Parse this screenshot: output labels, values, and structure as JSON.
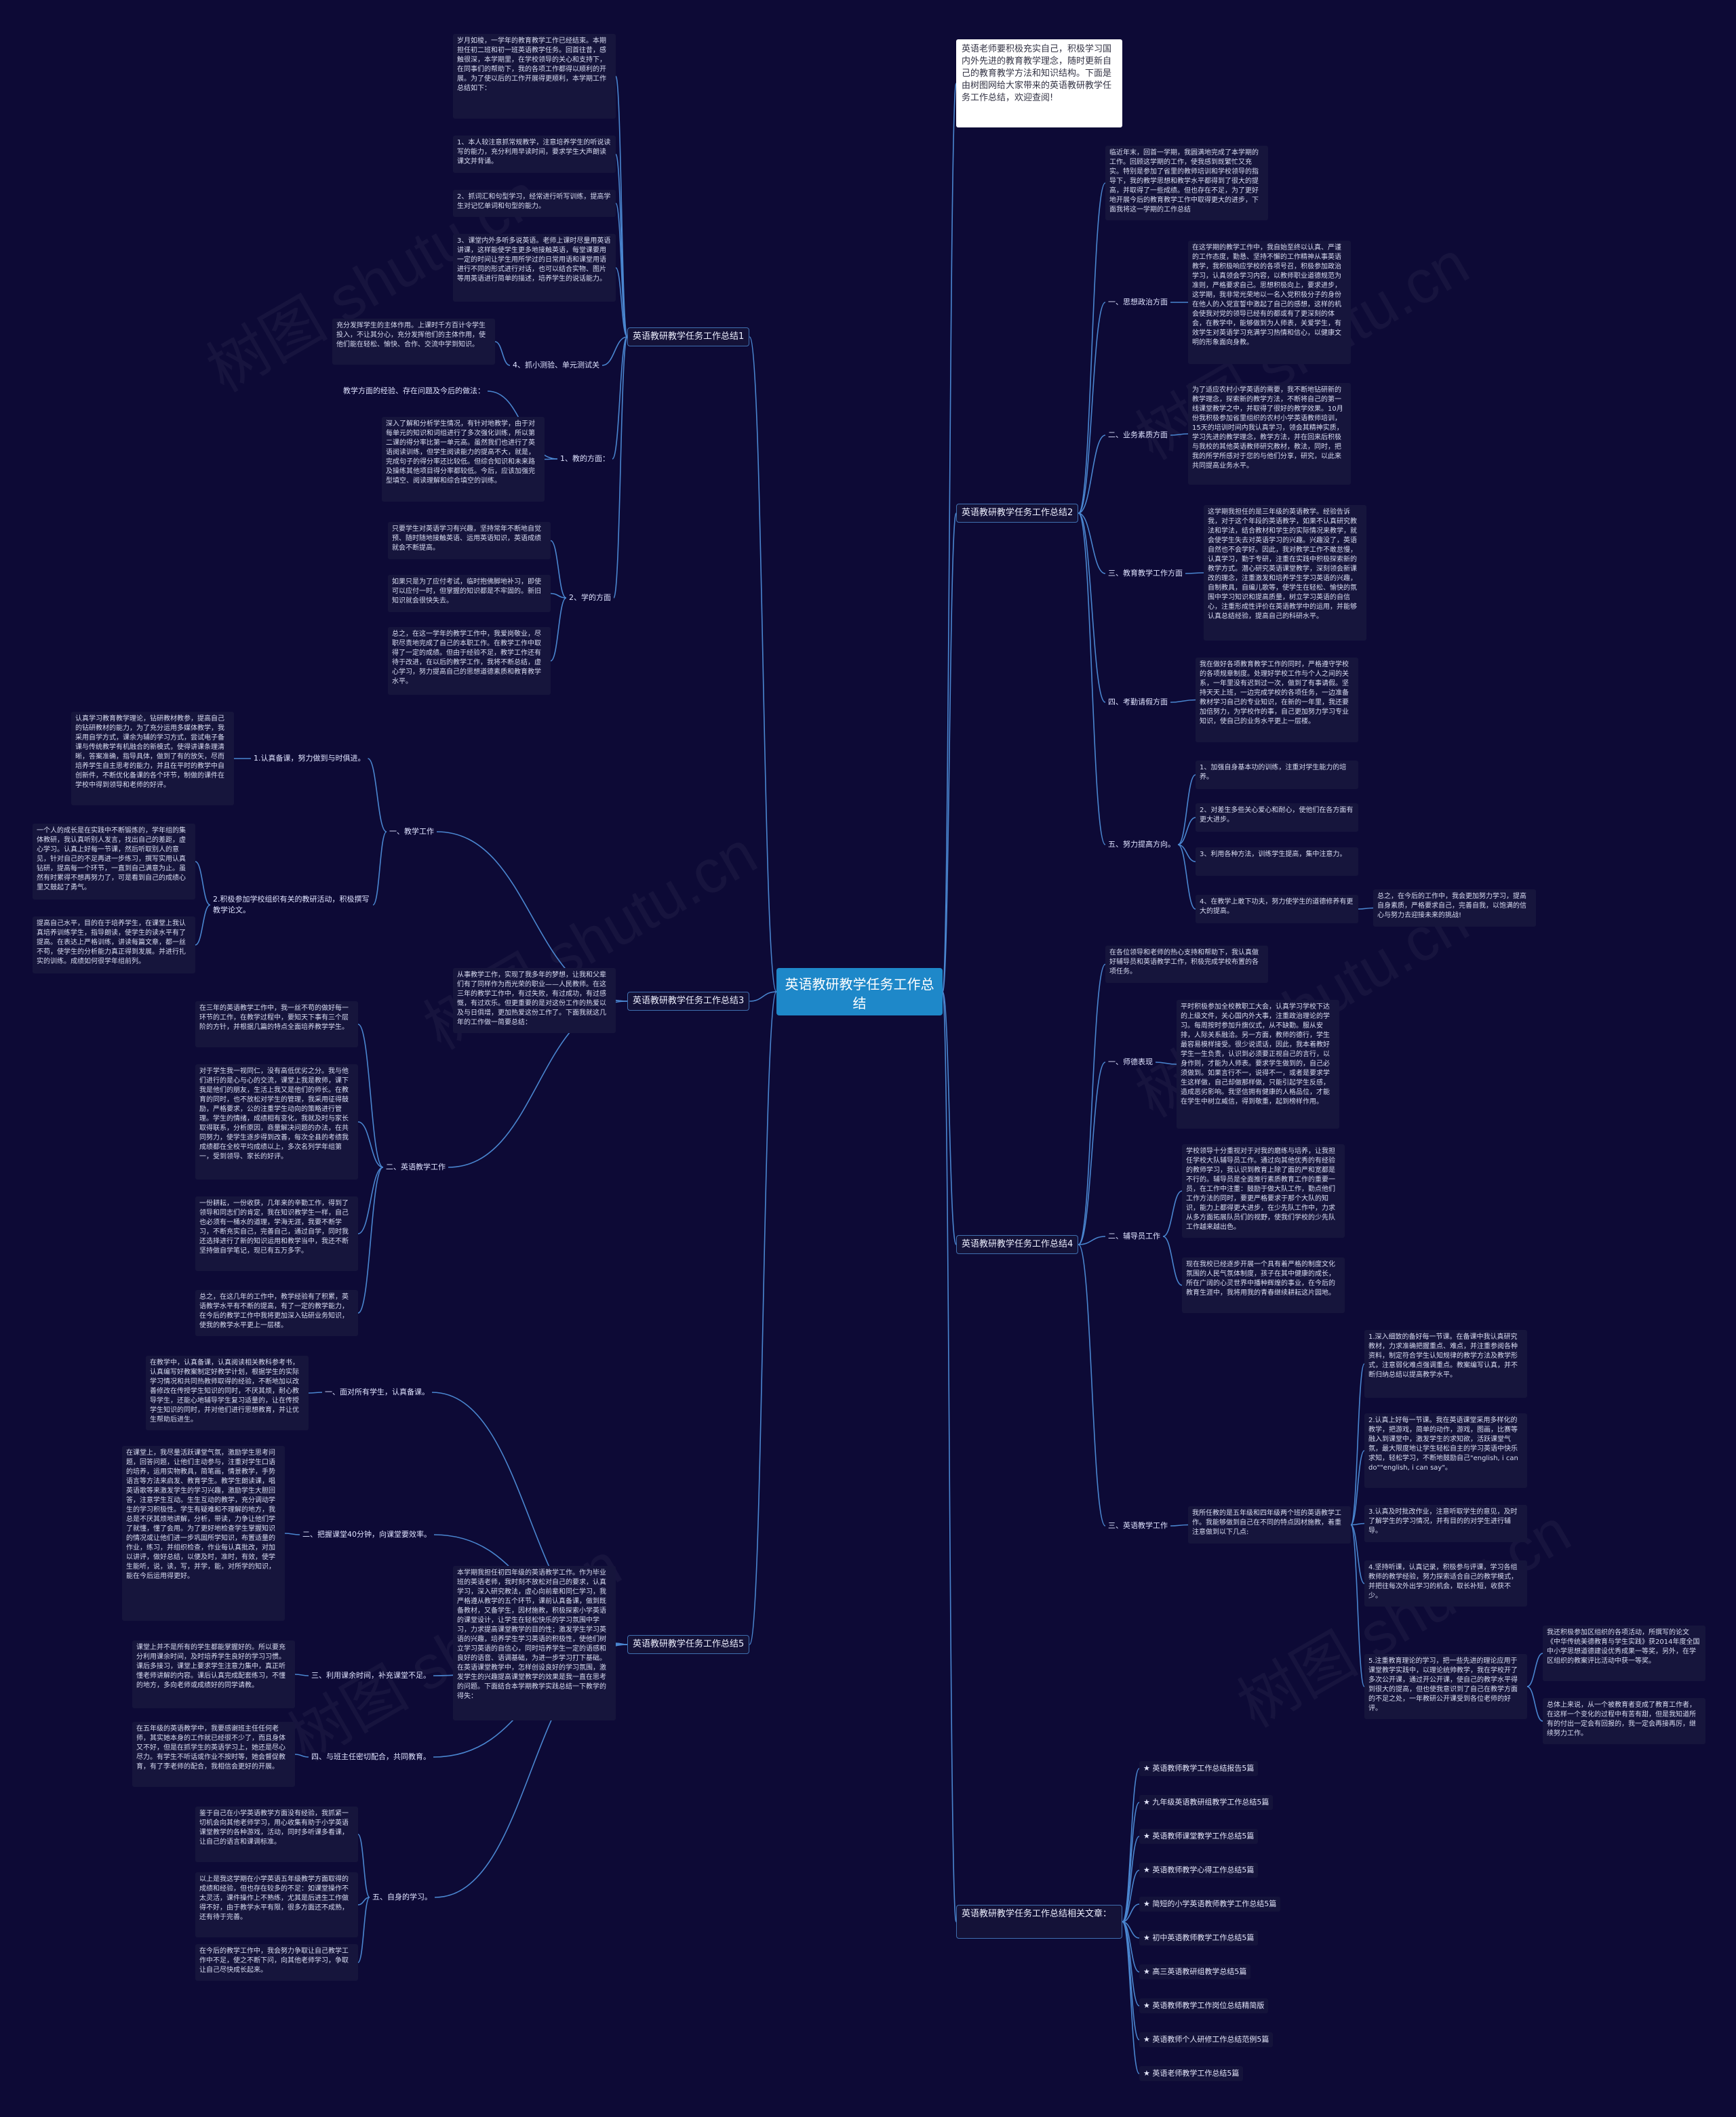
{
  "root": {
    "label": "英语教研教学任务工作总结"
  },
  "watermark": "树图 shutu.cn",
  "left": [
    {
      "label": "英语教研教学任务工作总结1",
      "intro": "岁月如梭，一学年的教育教学工作已经结束。本期担任初二班和初一班英语教学任务。回首往昔，感触很深，本学期里，在学校领导的关心和支持下，在同事们的帮助下，我的各项工作都得以顺利的开展。为了使以后的工作开展得更顺利，本学期工作总结如下：",
      "items": [
        "1、本人较注意抓常规教学，注意培养学生的听说读写的能力，充分利用早读时间，要求学生大声朗读课文并背诵。",
        "2、抓词汇和句型学习，经常进行听写训练，提高学生对记忆单词和句型的能力。",
        "3、课堂内外多听多说英语。老师上课时尽量用英语讲课，这样能使学生更多地接触英语，每堂课要用一定的时间让学生用所学过的日常用语和课堂用语进行不同的形式进行对话，也可以结合实物、图片等用英语进行简单的描述，培养学生的说话能力。",
        "4、抓小测验、单元测试关"
      ],
      "item4_detail": "充分发挥学生的主体作用。上课时千方百计令学生投入，不让其分心，充分发挥他们的主体作用，使他们能在轻松、愉快、合作、交流中学到知识。",
      "method_label": "教学方面的经验、存在问题及今后的做法：",
      "teach_label": "1、教的方面：",
      "teach_text": "深入了解和分析学生情况，有针对地教学，由于对每单元的知识和词组进行了多次强化训练，所以第二课的得分率比第一单元高。虽然我们也进行了英语阅读训练，但学生阅读能力的提高不大，就是，完成句子的得分率还比较低。但综合知识和未来路及操练其他项目得分率都较低。今后，应该加强完型填空、阅读理解和综合填空的训练。",
      "learn_label": "2、学的方面",
      "learn_items": [
        "只要学生对英语学习有兴趣，坚持常年不断地自觉预、随时随地接触英语、运用英语知识，英语成绩就会不断提高。",
        "如果只是为了应付考试，临时抱佛脚地补习，即使可以应付一时，但掌握的知识都是不牢固的。新旧知识就会很快失去。",
        "总之，在这一学年的教学工作中，我爱岗敬业，尽职尽责地完成了自己的本职工作。在教学工作中取得了一定的成绩。但由于经验不足，教学工作还有待于改进，在以后的教学工作，我将不断总结，虚心学习，努力提高自己的思想道德素质和教育教学水平。"
      ]
    },
    {
      "label": "英语教研教学任务工作总结3",
      "intro": "从事教学工作，实现了我多年的梦想，让我和父辈们有了同样作为而光荣的职业——人民教师。在这三年的教学工作中，有过失败，有过成功，有过感慨，有过欢乐。但更重要的是对这份工作的热爱以及与日俱增，更加热爱这份工作了。下面我就这几年的工作做一简要总结：",
      "secs": [
        {
          "label": "一、教学工作",
          "subs": [
            {
              "label": "1.认真备课，努力做到与时俱进。",
              "text": "认真学习教育教学理论，钻研教材教参，提高自己的钻研教材的能力，为了充分运用多媒体教学，我采用自学方式，课余为辅的学习方式，尝试电子备课与传统教学有机融合的新模式，使得讲课条理清晰，答案准确，指导具体，做到了有的放矢，尽而培养学生自主思考的能力，并且在平时的教学中自创新件，不断优化备课的各个环节，制做的课件在学校中得到领导和老师的好评。"
            },
            {
              "label": "2.积极参加学校组织有关的教研活动，积极撰写教学论文。",
              "texts": [
                "一个人的成长是在实践中不断锻炼的，学年组的集体教研，我认真听别人发言，找出自己的差距，虚心学习。认真上好每一节课，然后听取别人的意见，针对自己的不足再进一步练习，撰写实用认真钻研，提高每一个环节，一直到自己满意为止。虽然有时累得不想再努力了，可是看到自己的成绩心里又鼓起了勇气。",
                "提高自己水平，目的在于培养学生，在课堂上我认真培养训练学生，指导朗读，使学生的读水平有了提高。在表达上严格训练，讲读每篇文章，都一丝不苟，使学生的分析能力真正得到发展。并进行扎实的训练。成绩如何很学年组前列。"
              ]
            }
          ]
        },
        {
          "label": "二、英语教学工作",
          "texts": [
            "在三年的英语教学工作中，我一丝不苟的做好每一环节的工作，在教学过程中，要知天下事有三个层阶的方针，并根据几篇的特点全面培养教学学生。",
            "对于学生我一视同仁，没有高低优劣之分。我与他们进行的是心与心的交流，课堂上我是教师，课下我是他们的朋友，生活上我又是他们的师长。在教育的同时，也不放松对学生的管理，我采用征得鼓励，严格要求，公的注重学生动向的策略进行管理。学生的情绪，成绩相有变化，我就及时与家长取得联系，分析原因，商量解决问题的办法，在共同努力，使学生逐步得到改善，每次全县的考绩我成绩都在全校平均成绩以上，多次名列学年组第一，受到领导、家长的好评。",
            "一份耕耘，一份收获，几年来的辛勤工作，得到了领导和同志们的肯定，我在知识教学生一样，自己也必须有一桶水的道理，学海无涯，我要不断学习，不断充实自己，完善自己，通过自学，同时我还选择进行了新的知识运用和教学当中，我还不断坚持做自学笔记，现已有五万多字。",
            "总之，在这几年的工作中，教学经验有了积累，英语教学水平有不断的提高，有了一定的教学能力，在今后的教学工作中我将更加深入钻研业务知识，使我的教学水平更上一层楼。"
          ]
        }
      ]
    },
    {
      "label": "英语教研教学任务工作总结5",
      "intro": "本学期我担任初四年级的英语教学工作。作为毕业班的英语老师，我时刻不放松对自己的要求，认真学习，深入研究教法，虚心向前辈和同仁学习，我严格遵从教学的五个环节，课前认真备课，做到既备教材，又备学生，因材施教，积极探索小学英语的课堂设计，让学生在轻松快乐的学习氛围中学习，力求提高课堂教学的目的性；激发学生学习英语的兴趣，培养学生学习英语的积极性，使他们树立学习英语的自信心，同时培养学生一定的语感和良好的语音、语调基础，为进一步学习打下基础。在英语课堂教学中，怎样创设良好的学习氛围，激发学生的兴趣提高课堂教学的效果是我一直在思考的问题。下面结合本学期教学实践总结一下教学的得失：",
      "secs": [
        {
          "label": "一、面对所有学生，认真备课。",
          "text": "在教学中，认真备课，认真阅读相关教科参考书，认真编写好教案制定好教学计划，根据学生的实际学习情况和共同热教师取得的经验，不断地加以改善修改在传授学生知识的同时，不厌其烦，耐心教导学生，还能心地辅导学生复习适量的，让在传授学生知识的同时，并对他们进行思想教育，并让优生帮助后进生。"
        },
        {
          "label": "二、把握课堂40分钟，向课堂要效率。",
          "text": "在课堂上，我尽量活跃课堂气氛，激励学生思考问题，回答问题，让他们主动参与，注重对学生口语的培养，运用实物教具，简笔画，情景教学，手势语言等方法来启发、教育学生。教学生朗读课，唱英语歌等来激发学生的学习兴趣，激励学生大胆回答，注意学生互动。生生互动的教学，充分调动学生的学习积极性。学生有疑难和不理解的地方，我总是不厌其烦地讲解，分析，带读，力争让他们学了就懂，懂了会用。为了更好地检查学生掌握知识的情况或让他们进一步巩固所学知识，布置适量的作业，练习，并组织检查，作业每认真批改，对加以讲评，做好总结，以便及时，准时，有效，使学生能听，说，读，写，并学，能，对所学的知识，能在今后运用得更好。"
        },
        {
          "label": "三、利用课余时间，补充课堂不足。",
          "text": "课堂上并不是所有的学生都能掌握好的。所以要充分利用课余时间，及时培养学生良好的学习习惯。课后多接习，课堂上要求学生注意力集中，真正听懂老师讲解的内容。课后认真完成配套练习，不懂的地方，多向老师或成绩好的同学请教。"
        },
        {
          "label": "四、与班主任密切配合，共同教育。",
          "text": "在五年级的英语教学中，我要感谢班主任任何老师，其实她本身的工作就已经很不少了，而且身体又不好，但是在抓学生的英语学习上，她还是尽心尽力。有学生不听话或作业不按时等，她会督促教育，有了李老师的配合，我相信会更好的开展。"
        },
        {
          "label": "五、自身的学习。",
          "texts": [
            "鉴于自己在小学英语教学方面没有经验，我抓紧一切机会向其他老师学习，用心收集有助于小学英语课堂教学的各种游戏，活动，同时多听课多看课，让自己的语言和课调标准。",
            "以上是我这学期在小学英语五年级教学方面取得的成绩和经验，但也存在较多的不足：如课堂操作不太灵活，课件操作上不熟练，尤其是后进生工作做得不好，由于教学水平有限，很多方面还不成熟，还有待于完善。",
            "在今后的教学工作中，我会努力争取让自己教学工作中不足，使之不断下问，向其他老师学习，争取让自己尽快成长起来。"
          ]
        }
      ]
    }
  ],
  "right": [
    {
      "intro": "英语老师要积极充实自己，积极学习国内外先进的教育教学理念，随时更新自己的教育教学方法和知识结构。下面是由树图网给大家带来的英语教研教学任务工作总结，欢迎查阅!"
    },
    {
      "label": "英语教研教学任务工作总结2",
      "top_text": "临近年末，回首一学期，我圆满地完成了本学期的工作。回顾这学期的工作，使我感到既繁忙又充实。特别是参加了省里的教师培训和学校领导的指导下，我的教学思想和教学水平都得到了很大的提高，并取得了一些成绩。但也存在不足，为了更好地开展今后的教育教学工作中取得更大的进步，下面我将这一学期的工作总结",
      "secs": [
        {
          "label": "一、思想政治方面",
          "text": "在这学期的教学工作中，我自始至终以认真、严谨的工作态度，勤恳、坚持不懈的工作精神从事英语教学，我积极响应学校的各项号召，积极参加政治学习，认真领会学习内容，以教师职业道德规范为准则，严格要求自己。思想积极向上，要求进步，这学期，我非常光荣地以一名入党积极分子的身份在他人的入党宣誓中激起了自己的感想，这样的机会使我对党的领导已经有的都或有了更深刻的体会，在教学中，能够做到为人师表，关爱学生，有效学生对英语学习充满学习热情和信心，以健康文明的形象面向身教。"
        },
        {
          "label": "二、业务素质方面",
          "text": "为了适应农村小学英语的需要，我不断地钻研新的教学理念，探索新的教学方法，不断将自己的第一线课堂教学之中，并取得了很好的教学效果。10月份我积极参加省里组织的农村小学英语教师培训，15天的培训时间内我认真学习，领会其精神实质，学习先进的教学理念，教学方法，并在回来后积极与我校的其他英语教师研究教材，教法，同时，把我的所学所感对于您的与他们分享，研究，以此来共同提高业务水平。"
        },
        {
          "label": "三、教育教学工作方面",
          "text": "这学期我担任的是三年级的英语教学。经验告诉我，对于这个年段的英语教学，如果不认真研究教法和学法，结合教材和学生的实际情况来教学，就会使学生失去对英语学习的兴趣。兴趣没了，英语自然也不会学好。因此，我对教学工作不敢怠慢，认真学习，勤于专研，注重在实践中积极探索新的教学方式。潜心研究英语课堂教学，深刻领会新课改的理念，注重激发和培养学生学习英语的兴趣，自制教具，自编儿歌等，使学生在轻松、愉快的氛围中学习知识和提高质量，树立学习英语的自信心，注重形成性评价在英语教学中的运用，并能够认真总结经验，提高自己的科研水平。"
        },
        {
          "label": "四、考勤请假方面",
          "text": "我在做好各项教育教学工作的同时，严格遵守学校的各项规章制度。处理好学校工作与个人之间的关系，一年里没有迟到过一次，做到了有事请假。坚持天天上班，一边完成学校的各项任务，一边准备教材学习自己的专业知识，在新的一年里，我还要加倍努力，为学校作的事，自己更加努力学习专业知识，使自己的业务水平更上一层楼。"
        },
        {
          "label": "五、努力提高方向。",
          "items": [
            "1、加强自身基本功的训练，注重对学生能力的培养。",
            "2、对差生多些关心爱心和耐心，使他们在各方面有更大进步。",
            "3、利用各种方法，训练学生提高，集中注意力。",
            "4、在教学上敢下功夫，努力使学生的道德修养有更大的提高。"
          ],
          "summary": "总之，在今后的工作中，我会更加努力学习，提高自身素质，严格要求自己，完善自我，以饱满的信心与努力去迎接未来的挑战!"
        }
      ]
    },
    {
      "label": "英语教研教学任务工作总结4",
      "top_text": "在各位领导和老师的热心支持和帮助下，我认真做好辅导员和英语教学工作，积极完成学校布置的各项任务。",
      "secs": [
        {
          "label": "一、师德表现",
          "text": "平时积极参加全校教职工大会，认真学习学校下达的上级文件，关心国内外大事，注重政治理论的学习。每周按时参加升旗仪式，从不缺勤。服从安排，人际关系融洽。另一方面，教师的德行，学生最容易模样接受。很少说谎话，因此，我本着教好学生一生负责，认识到必须要正视自己的言行，以身作则，才能为人师表。要求学生做到的，自己必须做到。如果言行不一，说得不一，或者是要求学生这样做，自己却做那样做，只能引起学生反感，造成恶劣影响。我坚信拥有健康的人格品位，才能在学生中树立威信，得到敬重，起到榜样作用。"
        },
        {
          "label": "二、辅导员工作",
          "texts": [
            "学校领导十分重视对于对我的磨练与培养，让我担任学校大队辅导员工作。通过向其他优秀的有经验的教师学习，我认识到教育上除了面的严和宽都是不行的。辅导员是全面推行素质教育工作的重要一员，在工作中注重：鼓励于做大队工作，勤点他们工作方法的同时，要更严格要求于那个大队的知识，能力上都得更大进步，在少先队工作中，力求从多方面拓展队员们的视野，使我们学校的少先队工作越来越出色。",
            "现在我校已经逐步开展一个具有着严格的制度文化氛围的人民气氛体制度，孩子在其中健康的成长，所在广阔的心灵世界中播种辉煌的事业，在今后的教育生涯中，我将用我的青春继续耕耘这片园地。"
          ]
        },
        {
          "label": "三、英语教学工作",
          "text": "我所任教的是五年级和四年级两个班的英语教学工作。我能够做到自己在不同的特点因材施教，着重注意做到以下几点:",
          "items": [
            "1.深入细致的备好每一节课。在备课中我认真研究教材，力求准确把握重点、难点，并注重参阅各种资料，制定符合学生认知规律的教学方法及教学形式，注意弱化难点强调重点。教案编写认真，并不断归纳总结以提高教学水平。",
            "2.认真上好每一节课。我在英语课堂采用多样化的教学，把游戏，简单的动作，游戏，图画，比赛等融入到课堂中，激发学生的求知欲，活跃课堂气氛，最大限度地让学生轻松自主的学习英语中快乐求知，轻松学习，不断地鼓励自己\"english, i can do\"\"english, i can say\"。",
            "3.认真及时批改作业，注意听取学生的意见，及时了解学生的学习情况，并有目的的对学生进行辅导。",
            "4.坚持听课，认真记录，积极参与评课，学习各组教师的教学经验，努力探索适合自己的教学模式，并把往每次外出学习的机会，取长补短，收获不少。",
            "5.注重教育理论的学习，把一些先进的理论应用于课堂教学实践中，以理论统帅教学，我在学校开了多次公开课，通过开公开课，使自己的教学水平得到很大的提高，但也使我意识到了自己在教学方面的不足之处，一年教研公开课受到各位老师的好评。"
          ],
          "summary": [
            "我还积极参加区组织的各项活动，所撰写的论文《中华传统美德教育与学生实践》获2014年度全国中小学思想道德建设优秀成果一等奖，另外，在学区组织的教案评比活动中获一等奖。",
            "总体上来说，从一个被教育者变成了教育工作者，在这样一个变化的过程中有苦有甜，但是我知道所有的付出一定会有回报的，我一定会再接再厉，继续努力工作。"
          ]
        }
      ]
    },
    {
      "label": "英语教研教学任务工作总结相关文章：",
      "links": [
        "★ 英语教师教学工作总结报告5篇",
        "★ 九年级英语教研组教学工作总结5篇",
        "★ 英语教师课堂教学工作总结5篇",
        "★ 英语教师教学心得工作总结5篇",
        "★ 简短的小学英语教师教学工作总结5篇",
        "★ 初中英语教师教学工作总结5篇",
        "★ 高三英语教研组教学总结5篇",
        "★ 英语教师教学工作岗位总结精简版",
        "★ 英语教师个人研修工作总结范例5篇",
        "★ 英语老师教学工作总结5篇"
      ]
    }
  ]
}
